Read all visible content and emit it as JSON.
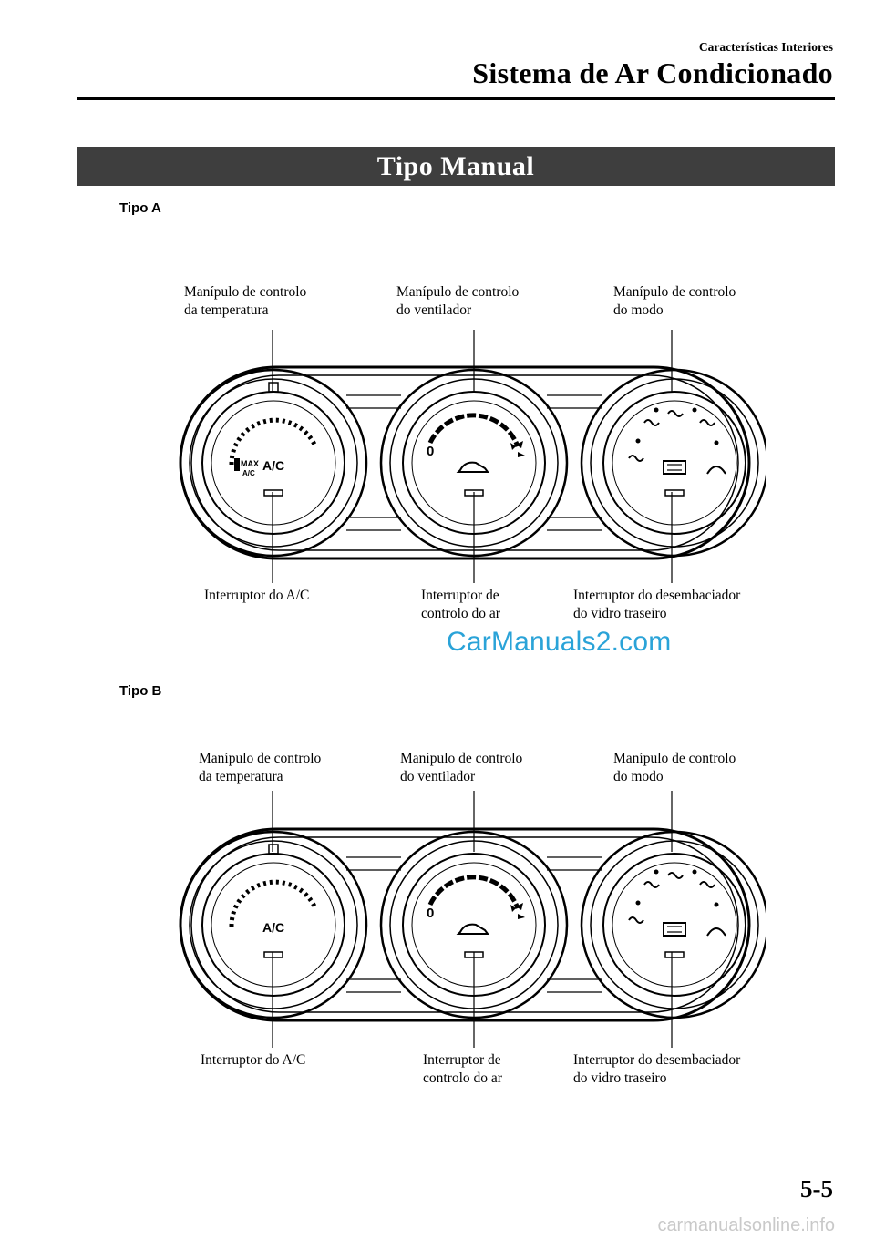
{
  "header": {
    "section": "Características Interiores",
    "title": "Sistema de Ar Condicionado"
  },
  "banner": "Tipo Manual",
  "diagrams": [
    {
      "type_label": "Tipo A",
      "callouts_top": [
        [
          "Manípulo de controlo",
          "da temperatura"
        ],
        [
          "Manípulo de controlo",
          "do ventilador"
        ],
        [
          "Manípulo de controlo",
          "do modo"
        ]
      ],
      "callouts_bottom": [
        [
          "Interruptor do A/C"
        ],
        [
          "Interruptor de",
          "controlo do ar"
        ],
        [
          "Interruptor do desembaciador",
          "do vidro traseiro"
        ]
      ],
      "knob_text": {
        "max": "MAX",
        "max_sub": "A/C",
        "ac": "A/C",
        "fan_zero": "0"
      }
    },
    {
      "type_label": "Tipo B",
      "callouts_top": [
        [
          "Manípulo de controlo",
          "da temperatura"
        ],
        [
          "Manípulo de controlo",
          "do ventilador"
        ],
        [
          "Manípulo de controlo",
          "do modo"
        ]
      ],
      "callouts_bottom": [
        [
          "Interruptor do A/C"
        ],
        [
          "Interruptor de",
          "controlo do ar"
        ],
        [
          "Interruptor do desembaciador",
          "do vidro traseiro"
        ]
      ],
      "knob_text": {
        "ac": "A/C",
        "fan_zero": "0"
      }
    }
  ],
  "watermark": "CarManuals2.com",
  "page_number": "5-5",
  "site_footer": "carmanualsonline.info",
  "icons": [
    "temperature-knob-icon",
    "fan-icon",
    "recirculation-car-icon",
    "face-vent-icon",
    "bilevel-vent-icon",
    "floor-vent-icon",
    "floor-defrost-icon",
    "windshield-defrost-icon",
    "rear-defrost-icon"
  ]
}
